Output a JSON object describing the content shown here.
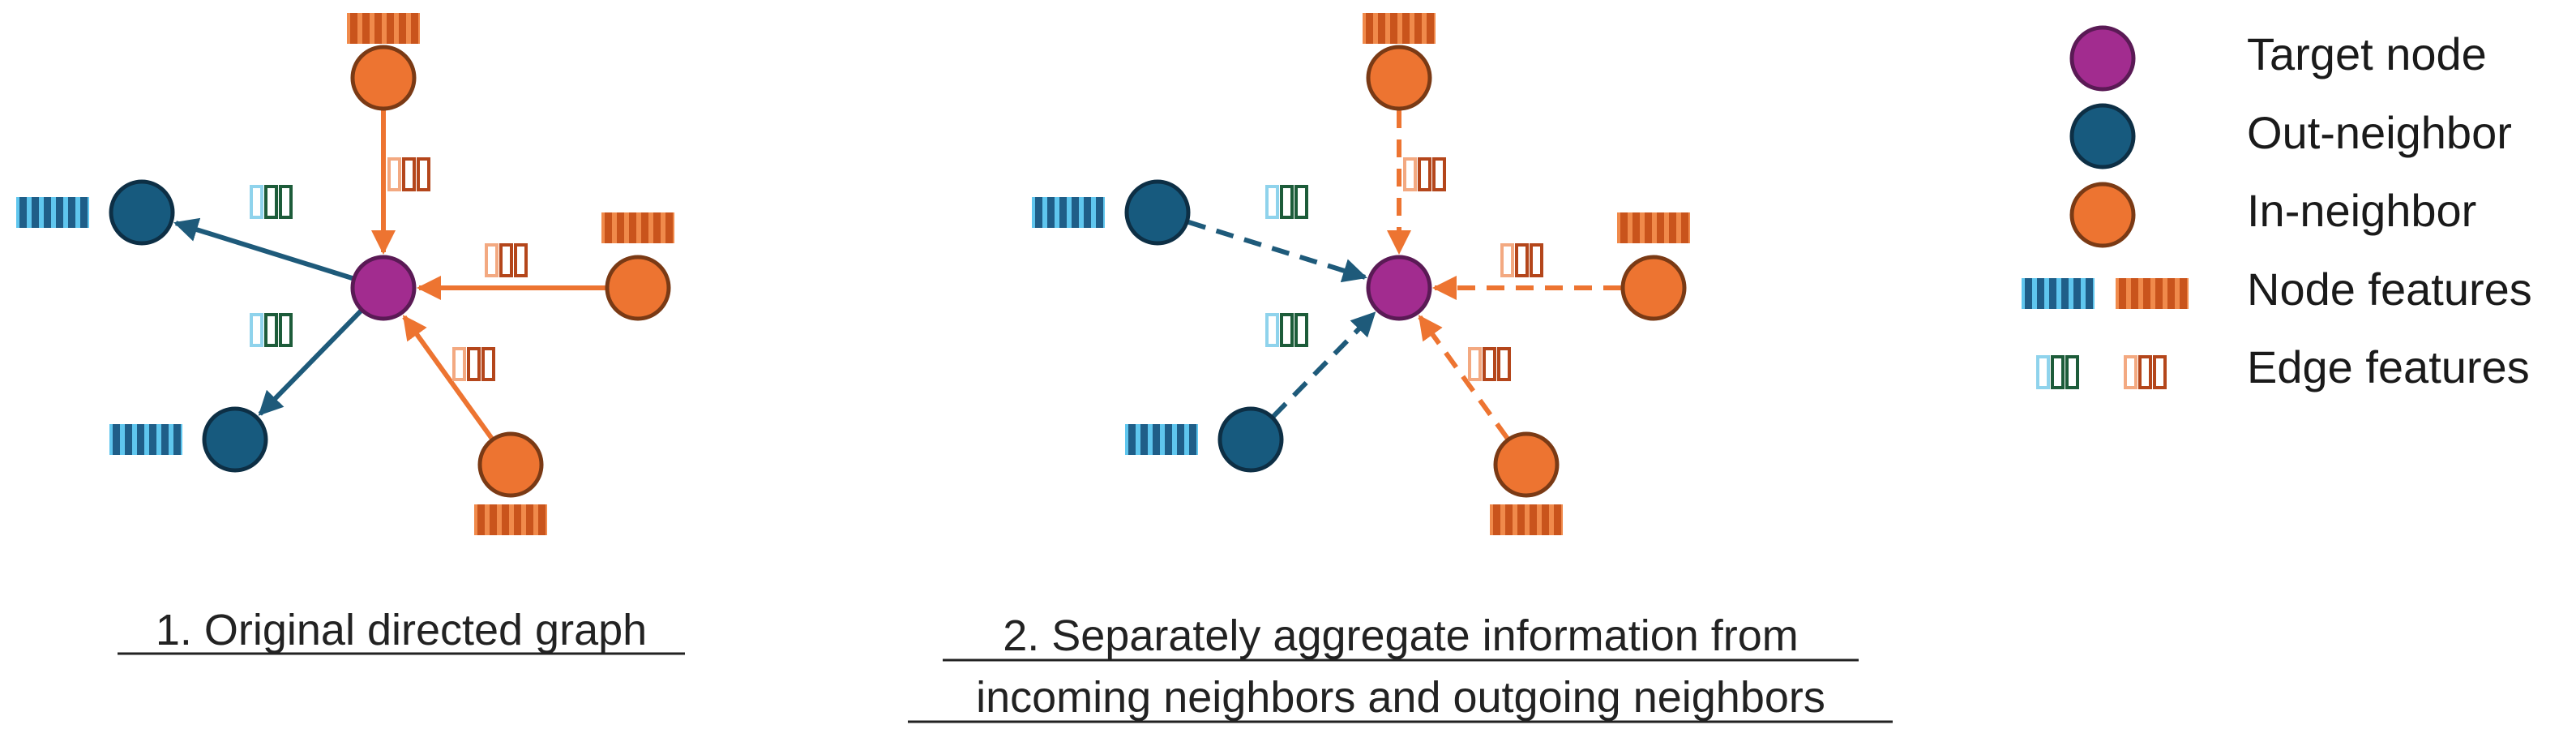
{
  "colors": {
    "target": "#a22c8f",
    "target_stroke": "#5a1a55",
    "out": "#175a7e",
    "out_stroke": "#0d2f45",
    "in": "#ed7431",
    "in_stroke": "#7a3a15",
    "out_edge": "#1e5a7a",
    "in_edge": "#ed7431",
    "out_feat_dark": "#1f5e88",
    "out_feat_light": "#5fc6ee",
    "in_feat_dark": "#c9541c",
    "in_feat_light": "#f08a4b",
    "out_edgefeat_a": "#8fd3ec",
    "out_edgefeat_b": "#1d5c3a",
    "in_edgefeat_a": "#f3a981",
    "in_edgefeat_b": "#b4461b"
  },
  "panel1": {
    "caption": "1. Original directed graph",
    "edge_style": "solid"
  },
  "panel2": {
    "caption_line1": "2. Separately aggregate information from",
    "caption_line2": "incoming neighbors and outgoing neighbors",
    "edge_style": "dashed"
  },
  "legend": {
    "target": "Target node",
    "out": "Out-neighbor",
    "in": "In-neighbor",
    "node_features": "Node features",
    "edge_features": "Edge features"
  }
}
